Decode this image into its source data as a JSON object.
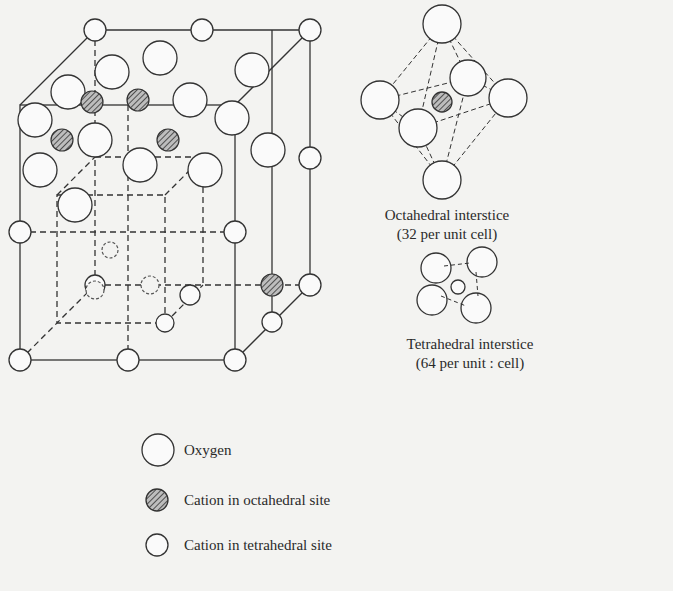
{
  "diagram": {
    "labels": [
      "Octahedral interstice",
      "(32 per unit cell)",
      "Tetrahedral interstice",
      "(64 per unit : cell)"
    ],
    "legend": [
      {
        "text": "Oxygen"
      },
      {
        "text": "Cation in octahedral site"
      },
      {
        "text": "Cation in tetrahedral site"
      }
    ]
  }
}
